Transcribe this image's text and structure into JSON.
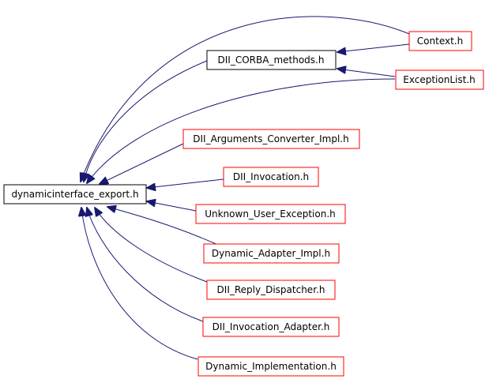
{
  "colors": {
    "edge": "#191970",
    "root_fill": "#bfbfbf",
    "root_border": "#000000",
    "middle_border": "#000000",
    "leaf_border": "#ff0000",
    "text": "#000000"
  },
  "graph": {
    "root": {
      "id": "dynamicinterface_export",
      "label": "dynamicinterface_export.h"
    },
    "nodes": [
      {
        "id": "dii_corba_methods",
        "label": "DII_CORBA_methods.h",
        "border": "middle"
      },
      {
        "id": "context",
        "label": "Context.h",
        "border": "leaf"
      },
      {
        "id": "exceptionlist",
        "label": "ExceptionList.h",
        "border": "leaf"
      },
      {
        "id": "dii_args_conv",
        "label": "DII_Arguments_Converter_Impl.h",
        "border": "leaf"
      },
      {
        "id": "dii_invocation",
        "label": "DII_Invocation.h",
        "border": "leaf"
      },
      {
        "id": "unknown_user_exc",
        "label": "Unknown_User_Exception.h",
        "border": "leaf"
      },
      {
        "id": "dynamic_adapter_impl",
        "label": "Dynamic_Adapter_Impl.h",
        "border": "leaf"
      },
      {
        "id": "dii_reply_disp",
        "label": "DII_Reply_Dispatcher.h",
        "border": "leaf"
      },
      {
        "id": "dii_invocation_adapter",
        "label": "DII_Invocation_Adapter.h",
        "border": "leaf"
      },
      {
        "id": "dynamic_impl",
        "label": "Dynamic_Implementation.h",
        "border": "leaf"
      }
    ],
    "edges": [
      {
        "from": "context",
        "to": "dynamicinterface_export"
      },
      {
        "from": "dii_corba_methods",
        "to": "dynamicinterface_export"
      },
      {
        "from": "exceptionlist",
        "to": "dynamicinterface_export"
      },
      {
        "from": "context",
        "to": "dii_corba_methods"
      },
      {
        "from": "exceptionlist",
        "to": "dii_corba_methods"
      },
      {
        "from": "dii_args_conv",
        "to": "dynamicinterface_export"
      },
      {
        "from": "dii_invocation",
        "to": "dynamicinterface_export"
      },
      {
        "from": "unknown_user_exc",
        "to": "dynamicinterface_export"
      },
      {
        "from": "dynamic_adapter_impl",
        "to": "dynamicinterface_export"
      },
      {
        "from": "dii_reply_disp",
        "to": "dynamicinterface_export"
      },
      {
        "from": "dii_invocation_adapter",
        "to": "dynamicinterface_export"
      },
      {
        "from": "dynamic_impl",
        "to": "dynamicinterface_export"
      }
    ]
  }
}
